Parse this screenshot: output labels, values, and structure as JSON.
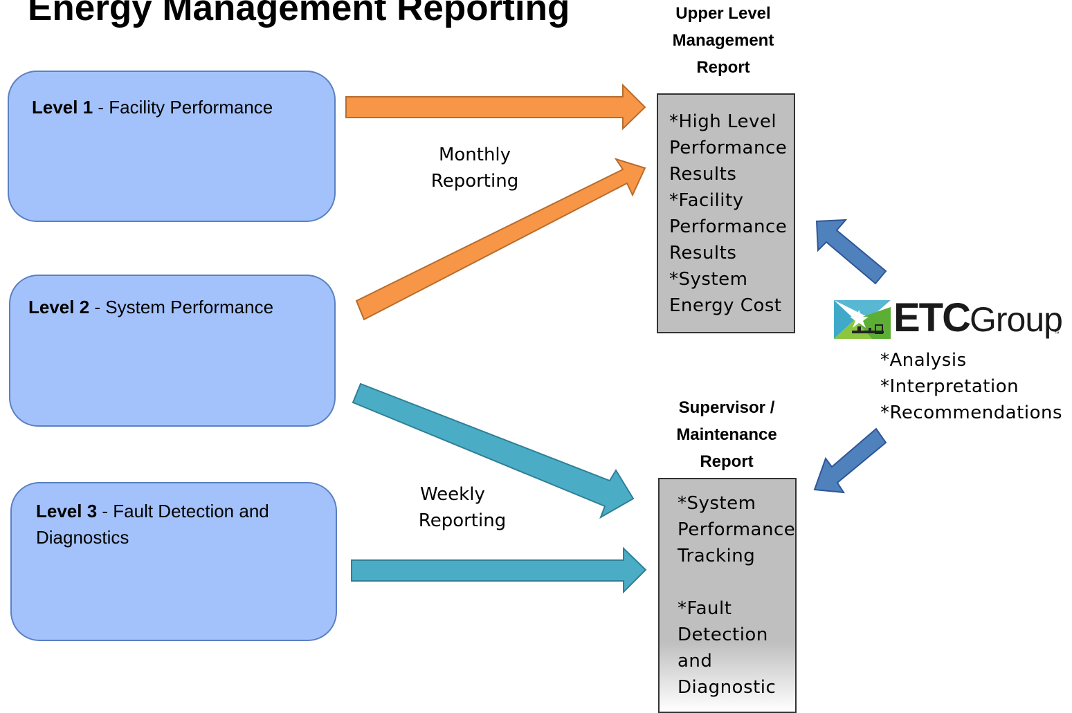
{
  "title": "Energy Management Reporting",
  "levels": [
    {
      "bold": "Level 1",
      "rest": " - Facility Performance"
    },
    {
      "bold": "Level 2",
      "rest": " - System Performance"
    },
    {
      "bold": "Level 3",
      "rest": " - Fault Detection and",
      "rest2": "Diagnostics"
    }
  ],
  "upper_report": {
    "heading": [
      "Upper Level",
      "Management",
      "Report"
    ],
    "items": [
      "*High Level",
      "Performance",
      "Results",
      "*Facility",
      "Performance",
      "Results",
      "*System",
      "Energy Cost"
    ]
  },
  "supervisor_report": {
    "heading": [
      "Supervisor /",
      "Maintenance",
      "Report"
    ],
    "items": [
      "*System",
      "Performance",
      "Tracking",
      "",
      "*Fault",
      "Detection",
      "and",
      "Diagnostic"
    ]
  },
  "captions": {
    "monthly": [
      "Monthly",
      "Reporting"
    ],
    "weekly": [
      "Weekly",
      "Reporting"
    ]
  },
  "logo": {
    "brand": "ETC",
    "word": "Group",
    "tm": "™"
  },
  "services": [
    "*Analysis",
    "*Interpretation",
    "*Recommendations"
  ],
  "colors": {
    "level_fill": "#a3c2fb",
    "report_fill": "#bfbfbf",
    "monthly_arrow": "#f79646",
    "weekly_arrow": "#4bacc6",
    "etc_arrow": "#4f81bd"
  }
}
